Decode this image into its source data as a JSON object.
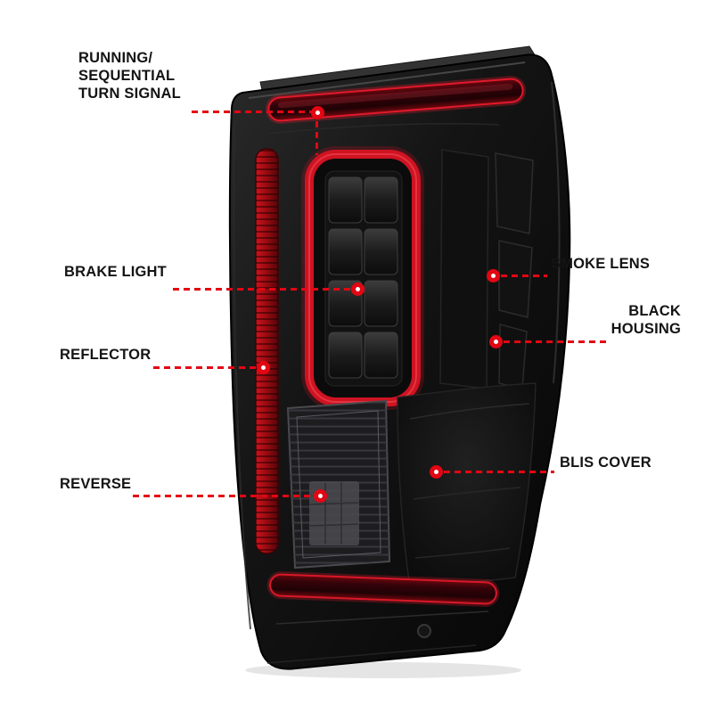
{
  "style": {
    "accent_red": "#e30613",
    "label_color": "#141414",
    "background": "#ffffff"
  },
  "product": {
    "name": "smoked-led-tail-light",
    "marker_style": "red-dot-with-white-center"
  },
  "callouts": {
    "turn_signal": {
      "label": "RUNNING/\nSEQUENTIAL\nTURN SIGNAL"
    },
    "brake_light": {
      "label": "BRAKE LIGHT"
    },
    "reflector": {
      "label": "REFLECTOR"
    },
    "reverse": {
      "label": "REVERSE"
    },
    "smoke_lens": {
      "label": "SMOKE LENS"
    },
    "black_housing": {
      "label": "BLACK\nHOUSING"
    },
    "blis_cover": {
      "label": "BLIS COVER"
    }
  }
}
